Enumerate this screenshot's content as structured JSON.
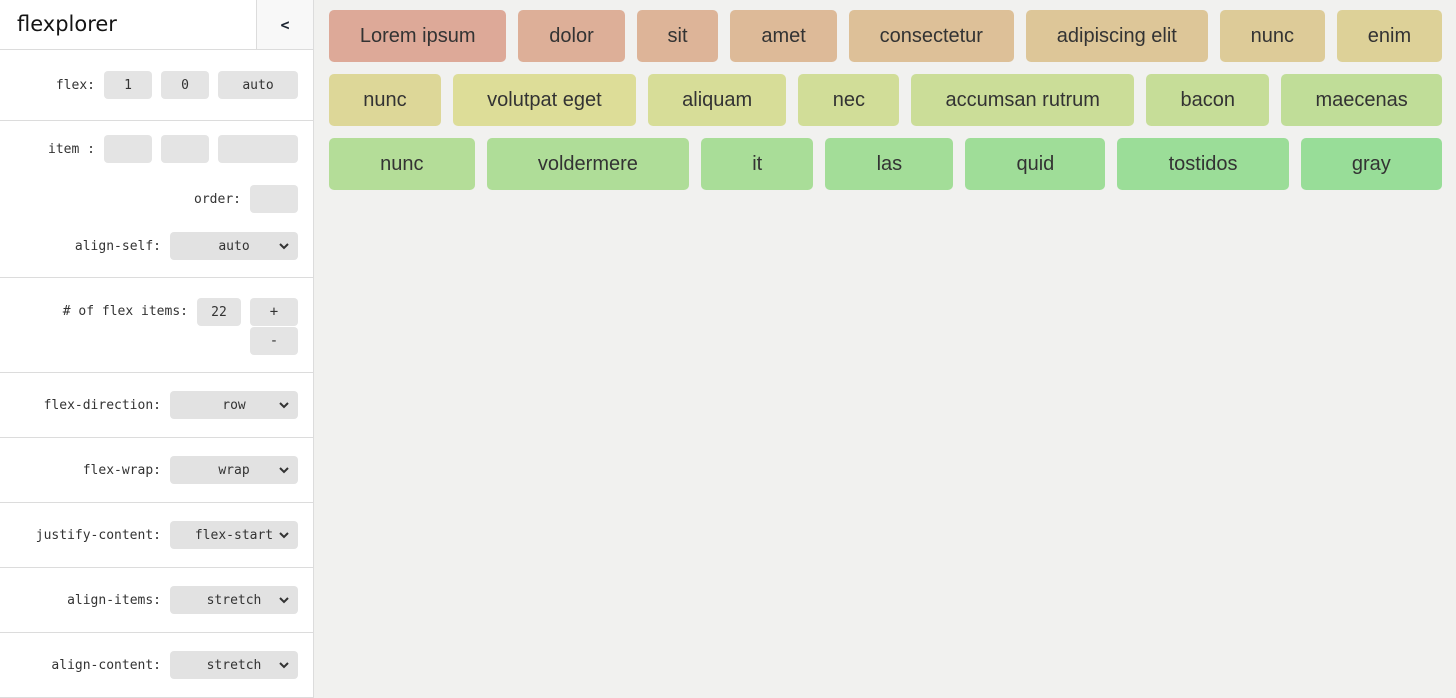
{
  "sidebar": {
    "title": "flexplorer",
    "collapse_icon": "<",
    "controls": {
      "flex": {
        "label": "flex:",
        "values": [
          "1",
          "0",
          "auto"
        ]
      },
      "item": {
        "label": "item :",
        "values": [
          "",
          "",
          ""
        ]
      },
      "order": {
        "label": "order:",
        "value": ""
      },
      "align_self": {
        "label": "align-self:",
        "value": "auto"
      },
      "num_items": {
        "label": "# of flex items:",
        "value": "22",
        "increment_label": "+",
        "decrement_label": "-"
      },
      "flex_direction": {
        "label": "flex-direction:",
        "value": "row"
      },
      "flex_wrap": {
        "label": "flex-wrap:",
        "value": "wrap"
      },
      "justify_content": {
        "label": "justify-content:",
        "value": "flex-start"
      },
      "align_items": {
        "label": "align-items:",
        "value": "stretch"
      },
      "align_content": {
        "label": "align-content:",
        "value": "stretch"
      }
    }
  },
  "main": {
    "rows": [
      {
        "items": [
          {
            "label": "Lorem ipsum",
            "color": "#dda998"
          },
          {
            "label": "dolor",
            "color": "#ddaf98"
          },
          {
            "label": "sit",
            "color": "#ddb498"
          },
          {
            "label": "amet",
            "color": "#ddba98"
          },
          {
            "label": "consectetur",
            "color": "#ddc098"
          },
          {
            "label": "adipiscing elit",
            "color": "#ddc698"
          },
          {
            "label": "nunc",
            "color": "#ddcb98"
          },
          {
            "label": "enim",
            "color": "#ddd198"
          }
        ]
      },
      {
        "items": [
          {
            "label": "nunc",
            "color": "#ddd798"
          },
          {
            "label": "volutpat eget",
            "color": "#dddd98"
          },
          {
            "label": "aliquam",
            "color": "#d7dd98"
          },
          {
            "label": "nec",
            "color": "#d1dd98"
          },
          {
            "label": "accumsan rutrum",
            "color": "#cbdd98"
          },
          {
            "label": "bacon",
            "color": "#c6dd98"
          },
          {
            "label": "maecenas",
            "color": "#c0dd98"
          }
        ]
      },
      {
        "items": [
          {
            "label": "nunc",
            "color": "#b4dd98"
          },
          {
            "label": "voldermere",
            "color": "#afdd98"
          },
          {
            "label": "it",
            "color": "#a9dd98"
          },
          {
            "label": "las",
            "color": "#a3dd98"
          },
          {
            "label": "quid",
            "color": "#9fdd98"
          },
          {
            "label": "tostidos",
            "color": "#9bdd98"
          },
          {
            "label": "gray",
            "color": "#98dd98"
          }
        ]
      }
    ]
  },
  "ui_colors": {
    "sidebar_bg": "#ffffff",
    "main_bg": "#f1f1ef",
    "control_bg": "#e4e4e4",
    "border": "#dcdcdc",
    "item_text": "#333333"
  }
}
